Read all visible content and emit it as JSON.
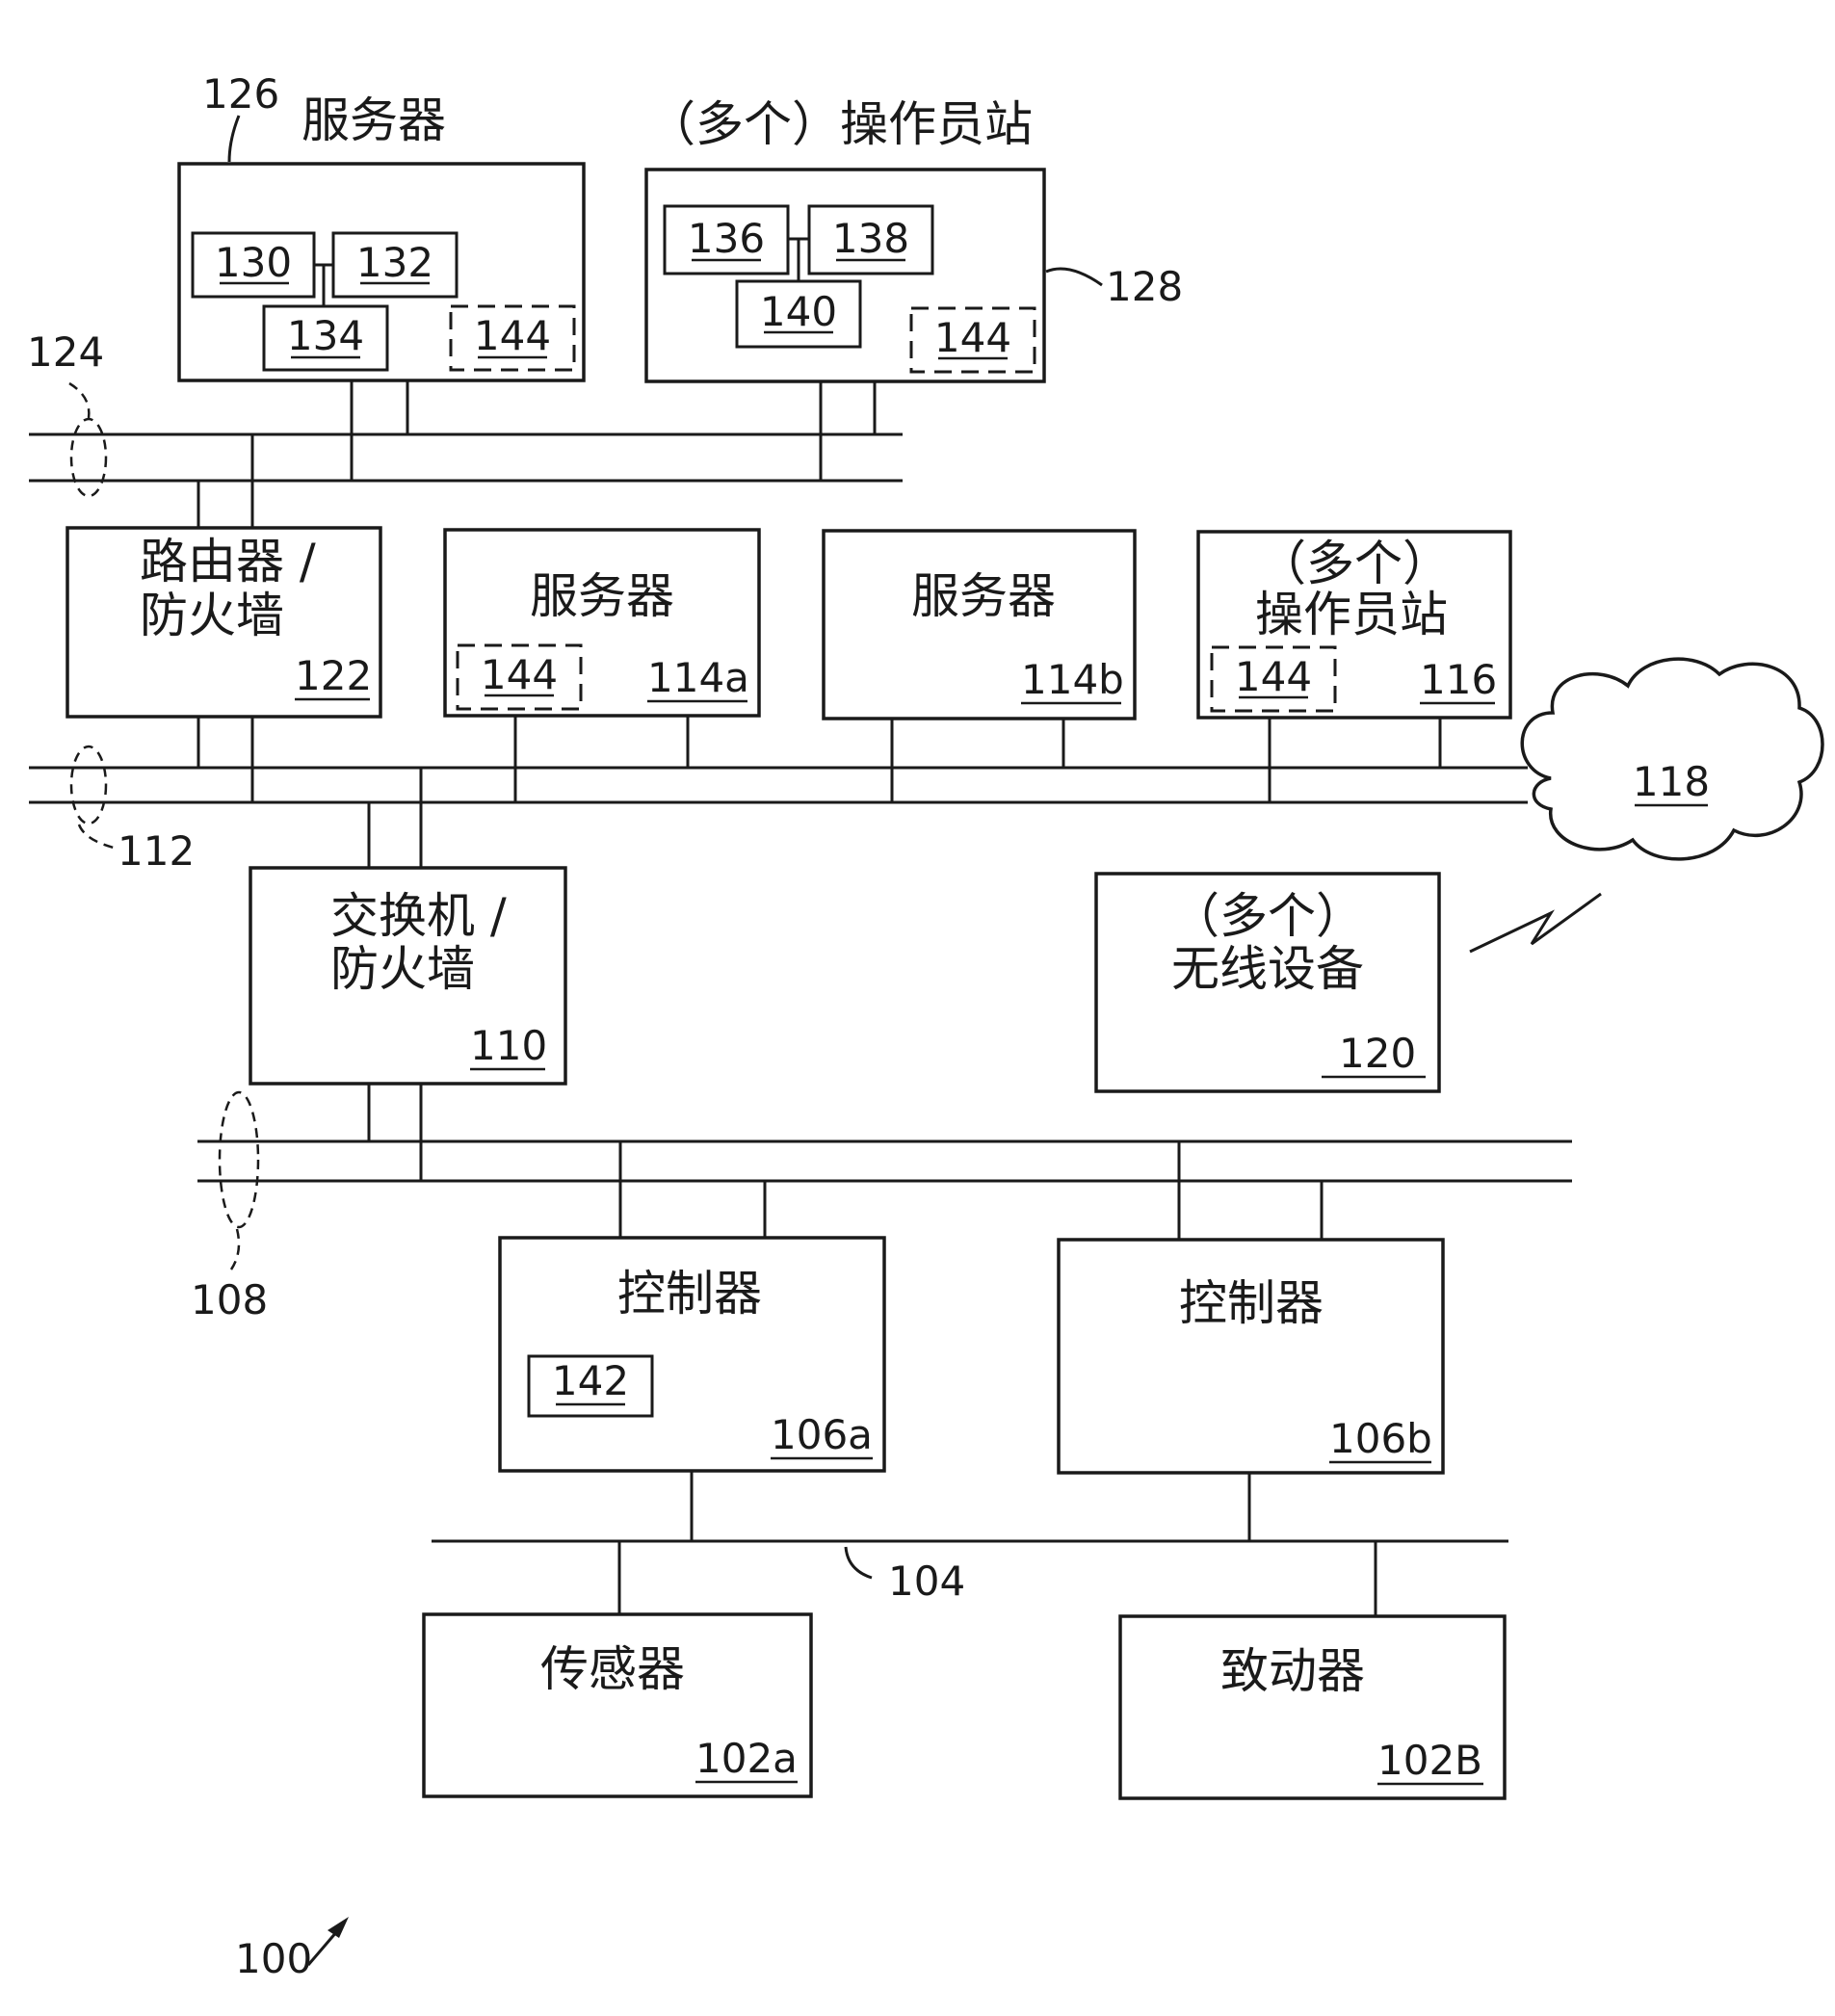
{
  "labels": {
    "server_126": "服务器",
    "operator_128": "（多个）操作员站",
    "router_line1": "路由器 /",
    "router_line2": "防火墙",
    "server_114a": "服务器",
    "server_114b": "服务器",
    "operator_116_line1": "（多个）",
    "operator_116_line2": "操作员站",
    "switch_line1": "交换机 /",
    "switch_line2": "防火墙",
    "wireless_line1": "（多个）",
    "wireless_line2": "无线设备",
    "controller_106a": "控制器",
    "controller_106b": "控制器",
    "sensor": "传感器",
    "actuator": "致动器"
  },
  "numbers": {
    "n100": "100",
    "n102a": "102a",
    "n102B": "102B",
    "n104": "104",
    "n106a": "106a",
    "n106b": "106b",
    "n108": "108",
    "n110": "110",
    "n112": "112",
    "n114a": "114a",
    "n114b": "114b",
    "n116": "116",
    "n118": "118",
    "n120": "120",
    "n122": "122",
    "n124": "124",
    "n126": "126",
    "n128": "128",
    "n130": "130",
    "n132": "132",
    "n134": "134",
    "n136": "136",
    "n138": "138",
    "n140": "140",
    "n142": "142",
    "n144": "144"
  }
}
